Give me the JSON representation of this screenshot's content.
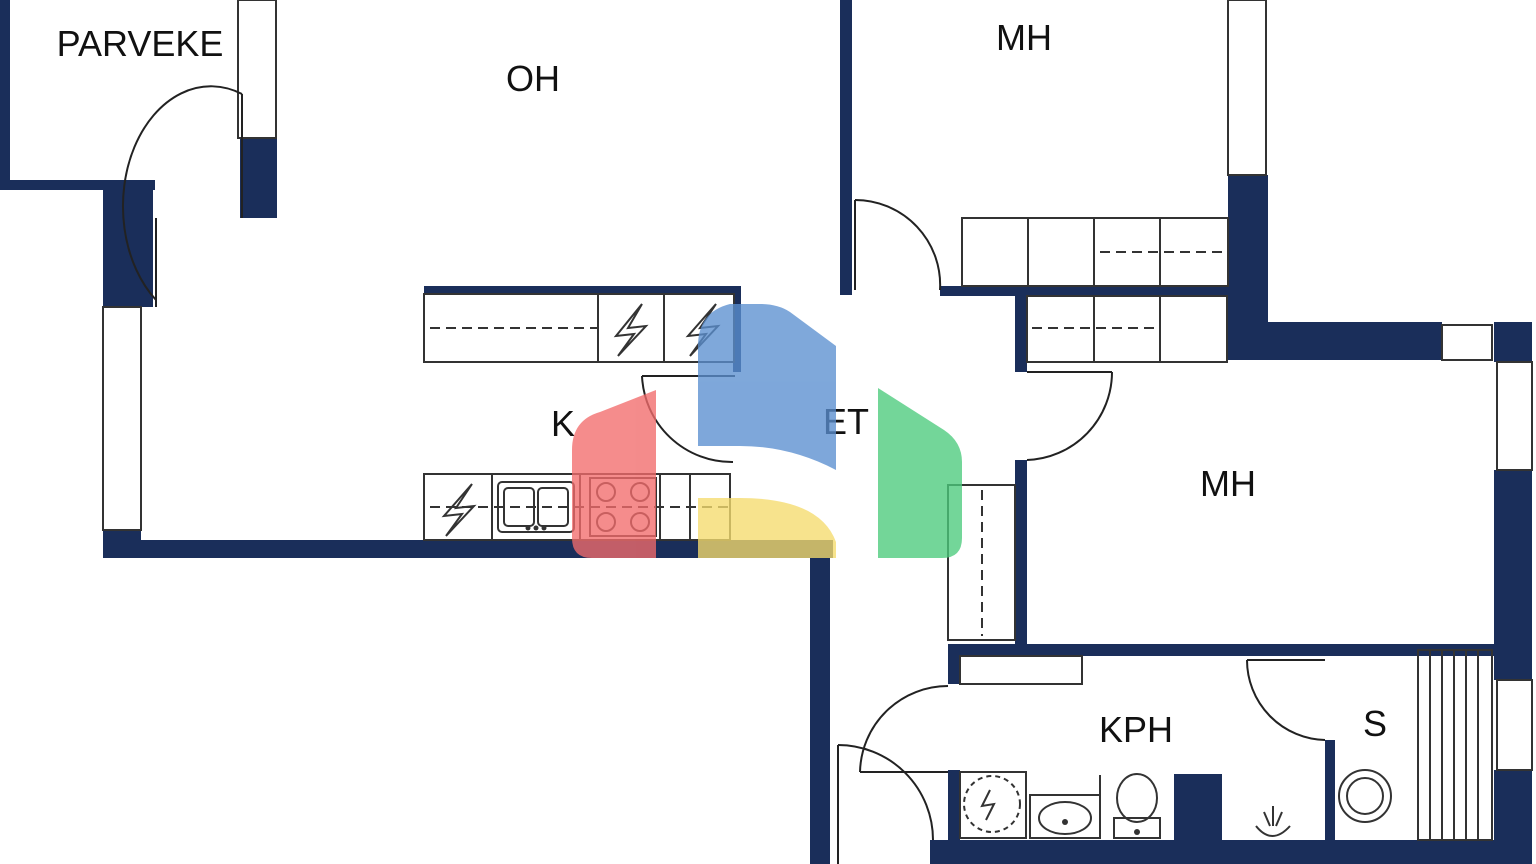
{
  "colors": {
    "wall": "#1a2e5a",
    "line": "#333333",
    "logo_blue": "#5b8fd0",
    "logo_red": "#f26b6b",
    "logo_yellow": "#f5dc6e",
    "logo_green": "#4ccb7c"
  },
  "rooms": {
    "parveke": "PARVEKE",
    "oh": "OH",
    "mh_top": "MH",
    "k": "K",
    "et": "ET",
    "mh_right": "MH",
    "kph": "KPH",
    "s": "S"
  },
  "icons": {
    "electric": "lightning-bolt-icon",
    "stove": "stove-icon",
    "sink": "sink-icon",
    "toilet": "toilet-icon",
    "washing_machine": "washing-machine-icon",
    "floor_drain": "floor-drain-icon",
    "logo": "brand-logo-watermark"
  }
}
